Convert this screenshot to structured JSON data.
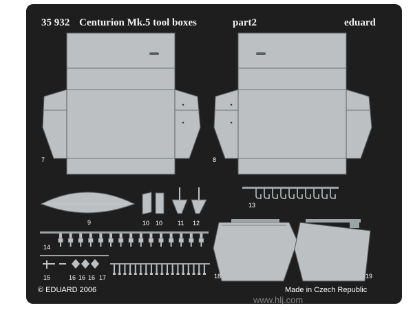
{
  "fret": {
    "code": "35 932",
    "title": "Centurion Mk.5 tool boxes",
    "part": "part2",
    "brand": "eduard",
    "copyright": "© EDUARD 2006",
    "made_in": "Made in Czech Republic"
  },
  "part_numbers": {
    "p7": "7",
    "p8": "8",
    "p9": "9",
    "p10a": "10",
    "p10b": "10",
    "p11": "11",
    "p12": "12",
    "p13": "13",
    "p14": "14",
    "p15": "15",
    "p16a": "16",
    "p16b": "16",
    "p16c": "16",
    "p17": "17",
    "p18": "18",
    "p19": "19"
  },
  "watermark": {
    "site": "www.hlj.com"
  },
  "colors": {
    "fret_bg": "#1e1e1e",
    "metal": "#bcc0c2",
    "metal_dark": "#9ea3a6",
    "outline": "#5a5f62"
  }
}
